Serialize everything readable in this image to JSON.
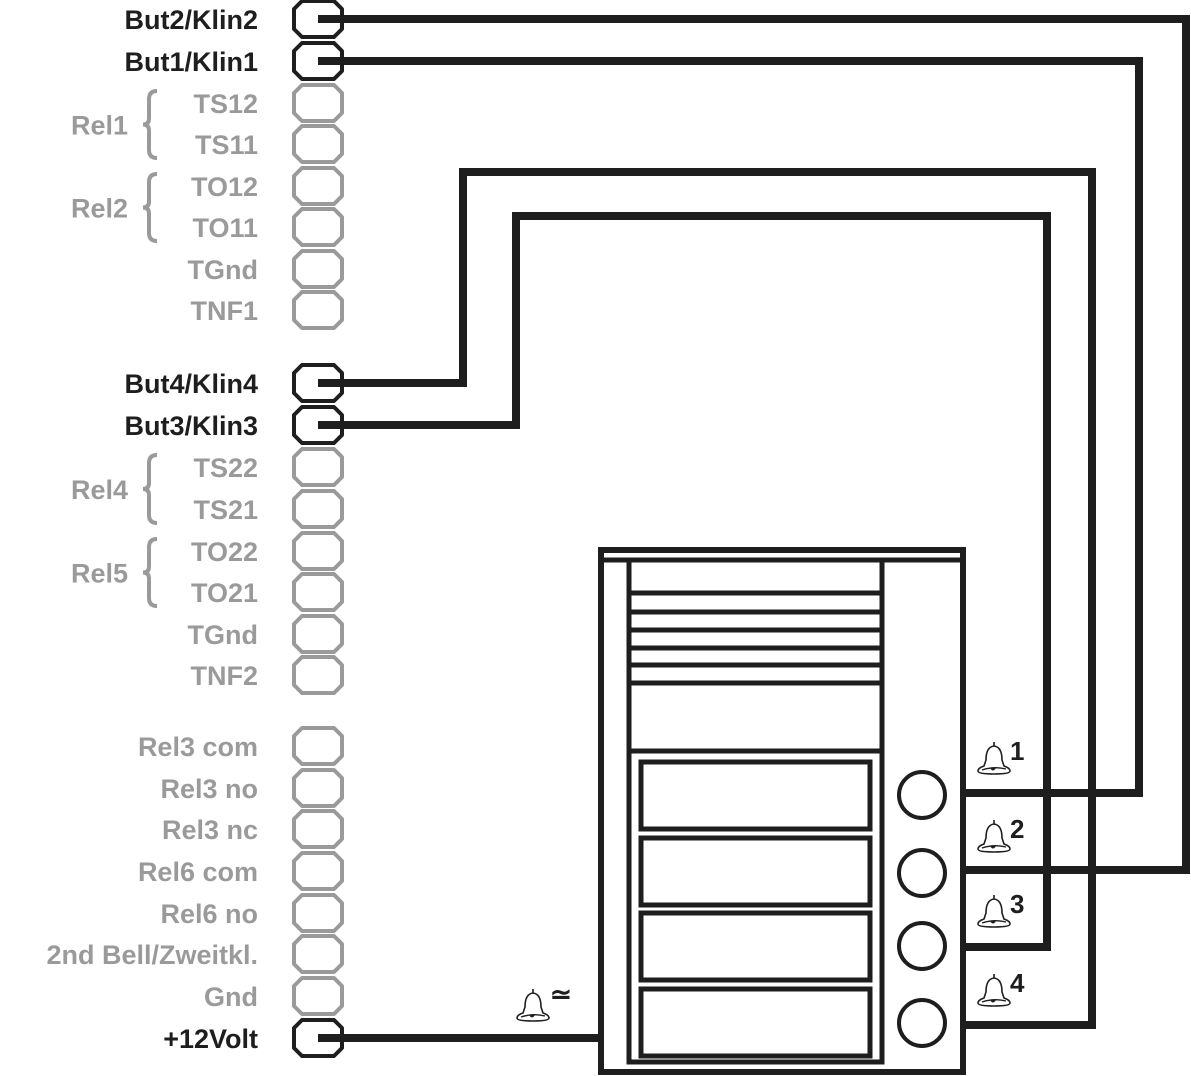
{
  "colors": {
    "active": "#1e1e1e",
    "inactive": "#9a9a9a",
    "background": "#ffffff"
  },
  "terminals": [
    {
      "label": "But2/Klin2",
      "active": true
    },
    {
      "label": "But1/Klin1",
      "active": true
    },
    {
      "label": "TS12",
      "active": false,
      "group": "Rel1"
    },
    {
      "label": "TS11",
      "active": false,
      "group": "Rel1"
    },
    {
      "label": "TO12",
      "active": false,
      "group": "Rel2"
    },
    {
      "label": "TO11",
      "active": false,
      "group": "Rel2"
    },
    {
      "label": "TGnd",
      "active": false
    },
    {
      "label": "TNF1",
      "active": false
    },
    {
      "label": "But4/Klin4",
      "active": true
    },
    {
      "label": "But3/Klin3",
      "active": true
    },
    {
      "label": "TS22",
      "active": false,
      "group": "Rel4"
    },
    {
      "label": "TS21",
      "active": false,
      "group": "Rel4"
    },
    {
      "label": "TO22",
      "active": false,
      "group": "Rel5"
    },
    {
      "label": "TO21",
      "active": false,
      "group": "Rel5"
    },
    {
      "label": "TGnd",
      "active": false
    },
    {
      "label": "TNF2",
      "active": false
    },
    {
      "label": "Rel3 com",
      "active": false
    },
    {
      "label": "Rel3 no",
      "active": false
    },
    {
      "label": "Rel3 nc",
      "active": false
    },
    {
      "label": "Rel6 com",
      "active": false
    },
    {
      "label": "Rel6 no",
      "active": false
    },
    {
      "label": "2nd Bell/Zweitkl.",
      "active": false
    },
    {
      "label": "Gnd",
      "active": false
    },
    {
      "label": "+12Volt",
      "active": true
    }
  ],
  "relay_groups": [
    {
      "label": "Rel1",
      "members": [
        "TS12",
        "TS11"
      ]
    },
    {
      "label": "Rel2",
      "members": [
        "TO12",
        "TO11"
      ]
    },
    {
      "label": "Rel4",
      "members": [
        "TS22",
        "TS21"
      ]
    },
    {
      "label": "Rel5",
      "members": [
        "TO22",
        "TO21"
      ]
    }
  ],
  "door_panel": {
    "speaker_grille_slats": 6,
    "name_plates": 4,
    "buttons": [
      {
        "bell_label": "1",
        "connected_to": "But1/Klin1"
      },
      {
        "bell_label": "2",
        "connected_to": "But2/Klin2"
      },
      {
        "bell_label": "3",
        "connected_to": "But3/Klin3"
      },
      {
        "bell_label": "4",
        "connected_to": "But4/Klin4"
      }
    ],
    "common_bell_symbol": "≃",
    "common_connected_to": "+12Volt"
  },
  "icons": {
    "bell": "bell-icon",
    "ac_symbol": "approx-equal-icon",
    "brace": "curly-brace-icon",
    "terminal": "screw-terminal-icon"
  }
}
